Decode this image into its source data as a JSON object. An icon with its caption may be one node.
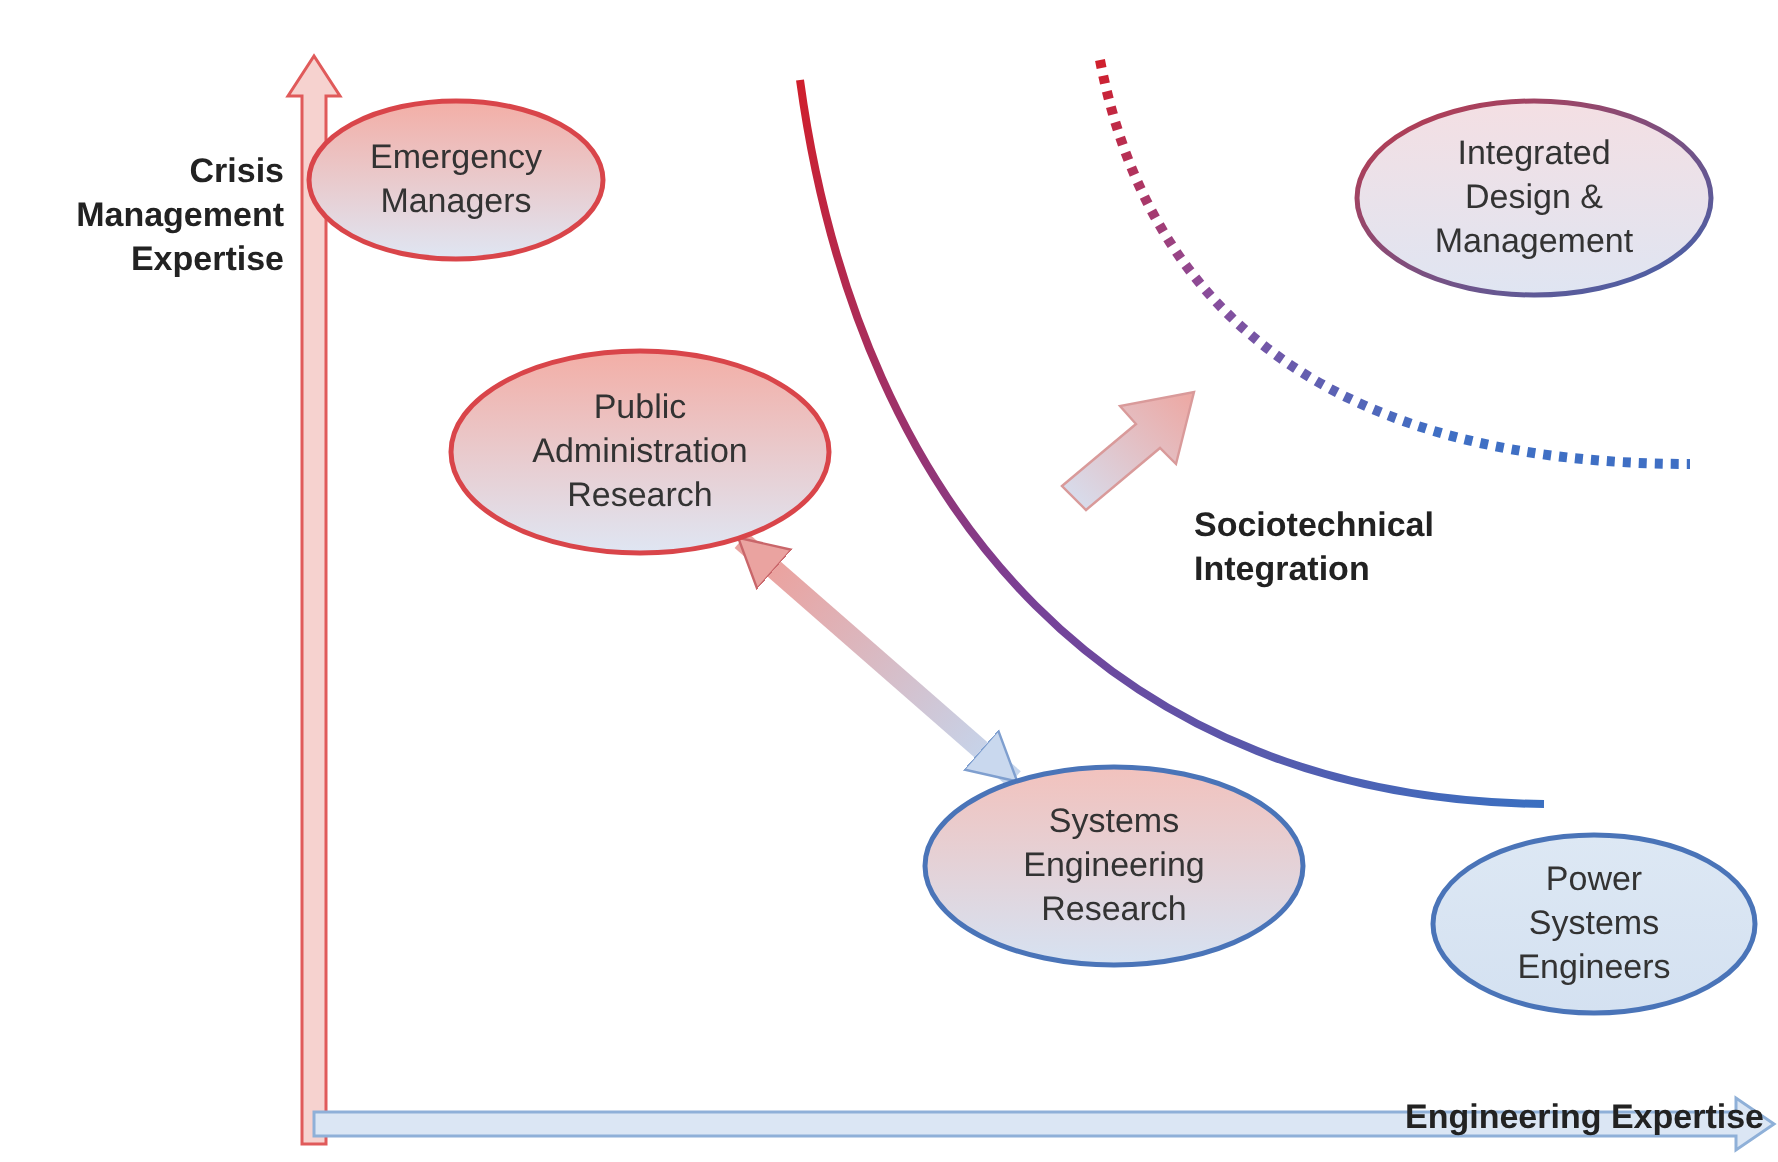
{
  "diagram": {
    "nodes": [
      {
        "text": [
          "Emergency Managers"
        ]
      },
      {
        "text": [
          "Public Administration Research"
        ]
      },
      {
        "text": [
          "Systems Engineering Research"
        ]
      },
      {
        "text": [
          "Power Systems Engineers"
        ]
      },
      {
        "text": [
          "Integrated Design & Management"
        ]
      }
    ],
    "edges": [
      {
        "from": 1,
        "to": 2,
        "arrow": "both"
      }
    ],
    "labels": [
      "Crisis Management Expertise",
      "Sociotechnical Integration",
      "Engineering Expertise"
    ]
  }
}
